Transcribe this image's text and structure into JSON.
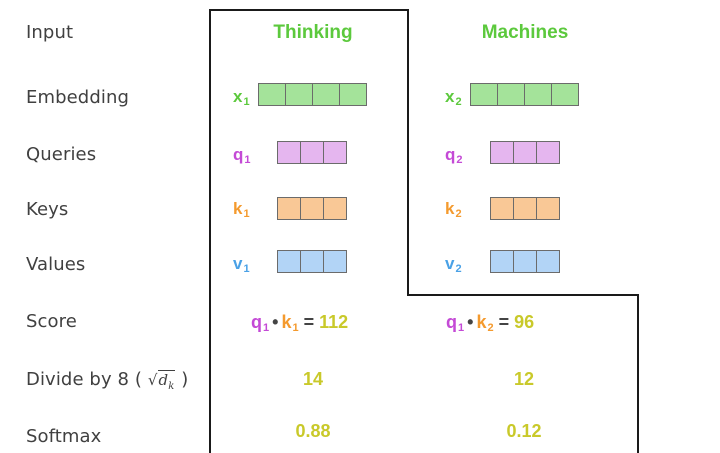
{
  "rows": {
    "input": "Input",
    "embedding": "Embedding",
    "queries": "Queries",
    "keys": "Keys",
    "values": "Values",
    "score": "Score",
    "divide_prefix": "Divide by 8 (",
    "divide_suffix": ")",
    "divide_math_base": "d",
    "divide_math_sub": "k",
    "softmax": "Softmax"
  },
  "words": [
    {
      "text": "Thinking",
      "x_label": "x",
      "x_sub": "1",
      "q_label": "q",
      "q_sub": "1",
      "k_label": "k",
      "k_sub": "1",
      "v_label": "v",
      "v_sub": "1",
      "score": {
        "q": "q",
        "q_sub": "1",
        "dot": "•",
        "k": "k",
        "k_sub": "1",
        "eq": "=",
        "value": "112"
      },
      "divided": "14",
      "softmax": "0.88"
    },
    {
      "text": "Machines",
      "x_label": "x",
      "x_sub": "2",
      "q_label": "q",
      "q_sub": "2",
      "k_label": "k",
      "k_sub": "2",
      "v_label": "v",
      "v_sub": "2",
      "score": {
        "q": "q",
        "q_sub": "1",
        "dot": "•",
        "k": "k",
        "k_sub": "2",
        "eq": "=",
        "value": "96"
      },
      "divided": "12",
      "softmax": "0.12"
    }
  ],
  "colors": {
    "word": "#5cc93d",
    "embedding": "#a4e39a",
    "query": "#e5b6ef",
    "query_label": "#c44ad6",
    "key": "#f9c896",
    "key_label": "#f49a2e",
    "value": "#b2d4f6",
    "value_label": "#4aa1e6",
    "number": "#c9c92a"
  }
}
